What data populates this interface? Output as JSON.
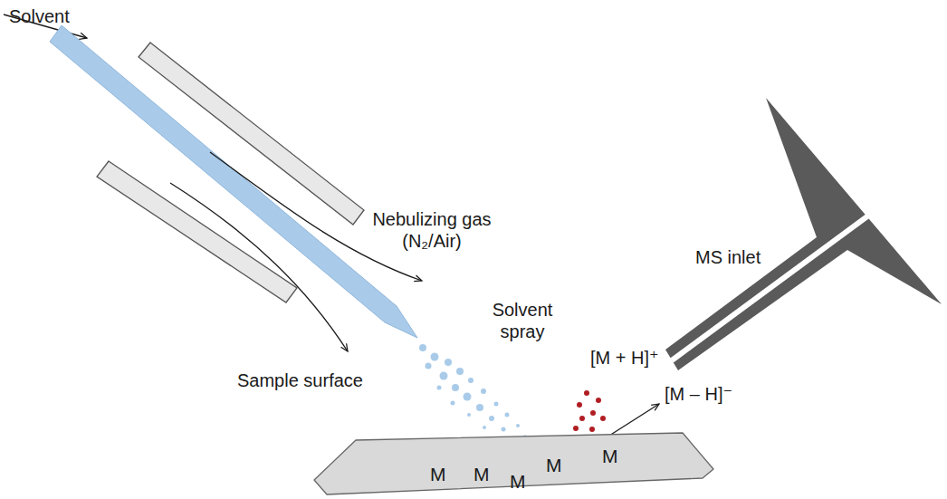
{
  "diagram": {
    "nodes": [
      {
        "text": [
          "M",
          "M",
          "M",
          "M",
          "M"
        ]
      }
    ],
    "labels": [
      "Solvent",
      "Nebulizing gas (N₂/Air)",
      "MS inlet",
      "Solvent spray",
      "[M + H]⁺",
      "[M – H]⁻",
      "Sample surface"
    ]
  }
}
